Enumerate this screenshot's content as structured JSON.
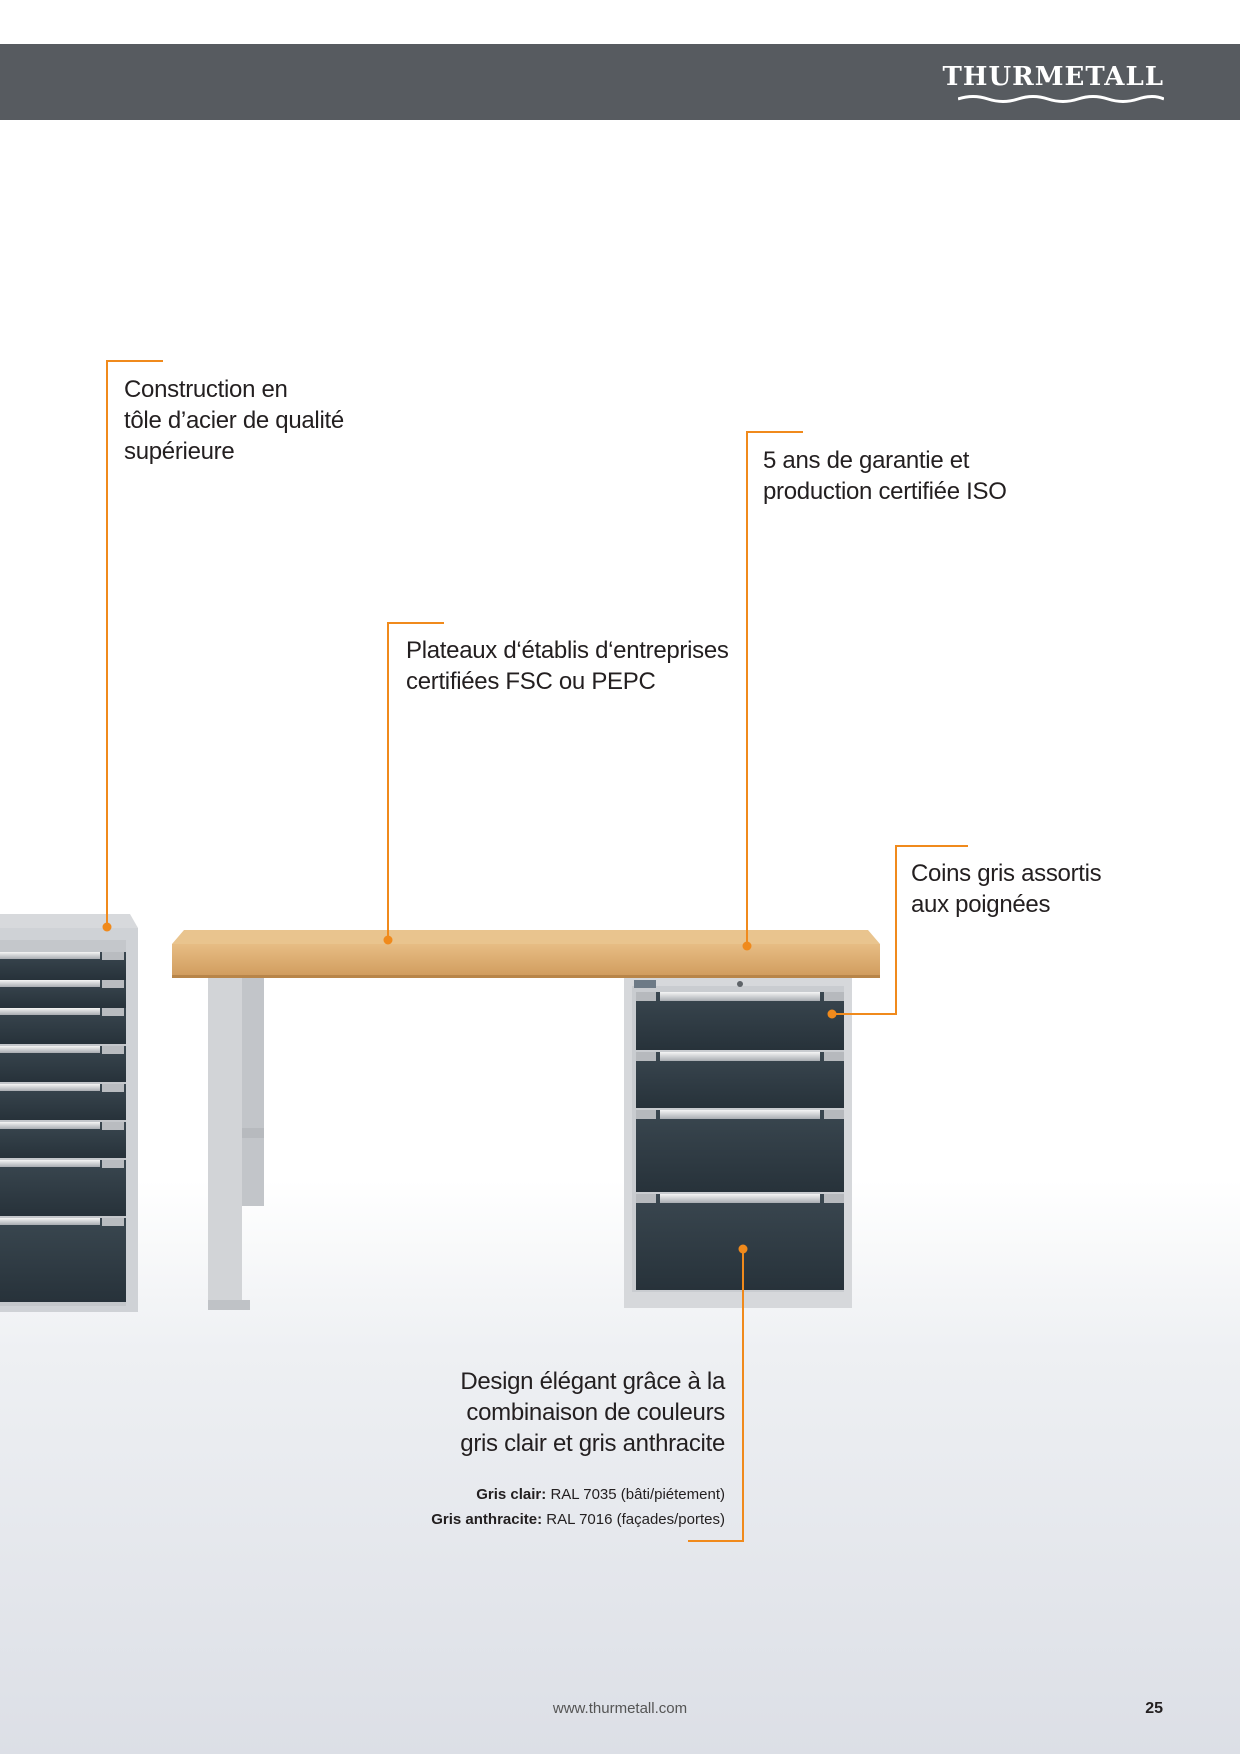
{
  "header": {
    "brand": "THURMETALL",
    "colors": {
      "bar": "#575b60",
      "accent": "#f08a1c"
    }
  },
  "callouts": {
    "construction": [
      "Construction en",
      "tôle d’acier de qualité",
      "supérieure"
    ],
    "guarantee": [
      "5 ans de garantie et",
      "production certifiée ISO"
    ],
    "plateaux": [
      "Plateaux d‘établis d‘entreprises",
      "certifiées FSC ou PEPC"
    ],
    "coins": [
      "Coins gris assortis",
      "aux poignées"
    ],
    "design": [
      "Design élégant grâce à la",
      "combinaison de couleurs",
      "gris clair et gris anthracite"
    ]
  },
  "specs": {
    "light_label": "Gris clair:",
    "light_value": " RAL 7035 (bâti/piétement)",
    "dark_label": "Gris anthracite:",
    "dark_value": " RAL 7016 (façades/portes)"
  },
  "footer": {
    "url": "www.thurmetall.com",
    "page_number": "25"
  },
  "product_colors": {
    "frame_light_grey": "#d5d7da",
    "drawer_anthracite": "#2f3a42",
    "worktop_wood": "#d9a86a"
  }
}
